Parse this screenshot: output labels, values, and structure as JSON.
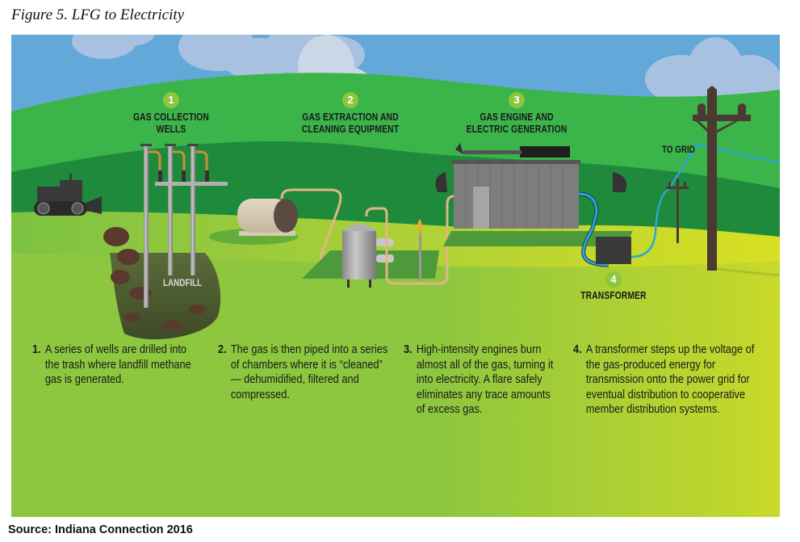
{
  "figure": {
    "caption": "Figure 5. LFG to Electricity",
    "source": "Source: Indiana Connection 2016"
  },
  "steps": [
    {
      "number": "1",
      "title_line1": "Gas Collection",
      "title_line2": "Wells"
    },
    {
      "number": "2",
      "title_line1": "Gas Extraction and",
      "title_line2": "Cleaning Equipment"
    },
    {
      "number": "3",
      "title_line1": "Gas Engine and",
      "title_line2": "Electric Generation"
    },
    {
      "number": "4",
      "title_line1": "Transformer",
      "title_line2": ""
    }
  ],
  "labels": {
    "landfill": "LANDFILL",
    "to_grid": "TO GRID"
  },
  "descriptions": [
    {
      "number": "1.",
      "text": "A series of wells are drilled into the trash where landfill methane gas is generated."
    },
    {
      "number": "2.",
      "text": "The gas is then piped into a series of chambers where it is “cleaned” — dehumidified, filtered and compressed."
    },
    {
      "number": "3.",
      "text": "High-intensity engines burn almost all of the gas, turning it into electricity. A flare safely eliminates any trace amounts of excess gas."
    },
    {
      "number": "4.",
      "text": "A transformer steps up the voltage of the gas-produced energy for transmission onto the power grid for eventual distribution to cooperative member distribution systems."
    }
  ],
  "colors": {
    "sky": "#62a8d9",
    "cloud": "#a9c1e0",
    "hill_far": "#3bb44a",
    "hill_dark": "#1f8a3c",
    "ground_green": "#8dc63f",
    "ground_yellow": "#d4de26",
    "badge": "#8cc63f",
    "pipe_gas": "#e0b684",
    "pipe_power": "#2aa6d6",
    "pole": "#4a3a32"
  }
}
